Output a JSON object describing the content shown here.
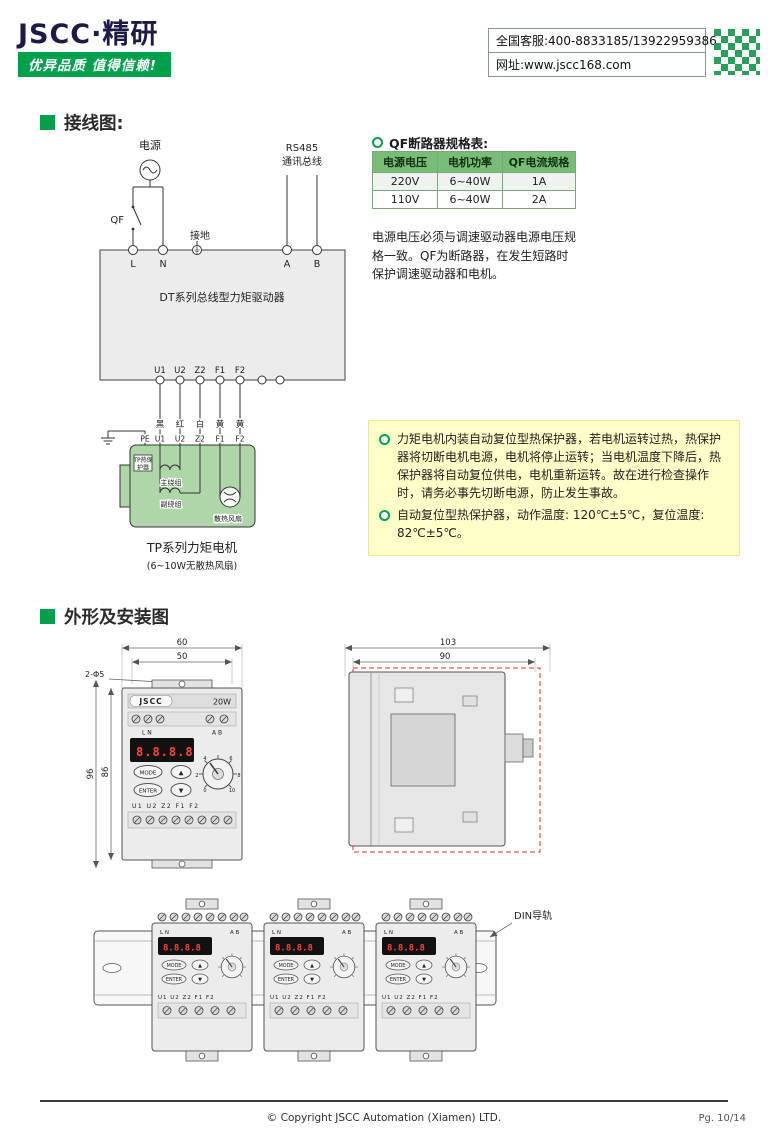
{
  "header": {
    "logo": "JSCC·精研",
    "slogan": "优异品质 值得信赖!",
    "service_line": "全国客服:400-8833185/13922959386",
    "website_line": "网址:www.jscc168.com"
  },
  "wiring": {
    "title": "接线图:",
    "power_label": "电源",
    "qf_label": "QF",
    "ground_label": "接地",
    "rs485_line1": "RS485",
    "rs485_line2": "通讯总线",
    "term_l": "L",
    "term_n": "N",
    "term_a": "A",
    "term_b": "B",
    "driver_label": "DT系列总线型力矩驱动器",
    "out_terms": [
      "U1",
      "U2",
      "Z2",
      "F1",
      "F2"
    ],
    "wire_colors": [
      "黑",
      "红",
      "白",
      "黄",
      "黄"
    ],
    "motor_terms": [
      "PE",
      "U1",
      "U2",
      "Z2",
      "F1",
      "F2"
    ],
    "tp_label1": "TP热保",
    "tp_label2": "护器",
    "main_winding": "主绕组",
    "sub_winding": "副绕组",
    "fan_label": "散热风扇",
    "motor_name": "TP系列力矩电机",
    "motor_note": "(6~10W无散热风扇)"
  },
  "qf_table": {
    "title": "QF断路器规格表:",
    "headers": [
      "电源电压",
      "电机功率",
      "QF电流规格"
    ],
    "rows": [
      [
        "220V",
        "6~40W",
        "1A"
      ],
      [
        "110V",
        "6~40W",
        "2A"
      ]
    ]
  },
  "notes": {
    "power_note": "电源电压必须与调速驱动器电源电压规格一致。QF为断路器，在发生短路时保护调速驱动器和电机。",
    "warning1": "力矩电机内装自动复位型热保护器，若电机运转过热，热保护器将切断电机电源，电机将停止运转；当电机温度下降后，热保护器将自动复位供电，电机重新运转。故在进行检查操作时，请务必事先切断电源，防止发生事故。",
    "warning2": "自动复位型热保护器，动作温度: 120℃±5℃，复位温度: 82℃±5℃。"
  },
  "outline": {
    "title": "外形及安装图",
    "front": {
      "dim_w1": "60",
      "dim_w2": "50",
      "dim_h1": "96",
      "dim_h2": "86",
      "holes": "2-Φ5",
      "logo": "JSCC",
      "watt": "20W",
      "top_left_terms": "L N",
      "top_right_terms": "A B",
      "display": "8.8.8.8",
      "mode": "MODE",
      "enter": "ENTER",
      "up": "▲",
      "down": "▼",
      "bottom_terms": "U1 U2 Z2 F1 F2",
      "knob": [
        "0",
        "2",
        "4",
        "6",
        "8",
        "10"
      ]
    },
    "side": {
      "dim_d1": "103",
      "dim_d2": "90"
    },
    "din_label": "DIN导轨"
  },
  "footer": {
    "copyright": "© Copyright JSCC Automation (Xiamen) LTD.",
    "page": "Pg. 10/14"
  }
}
